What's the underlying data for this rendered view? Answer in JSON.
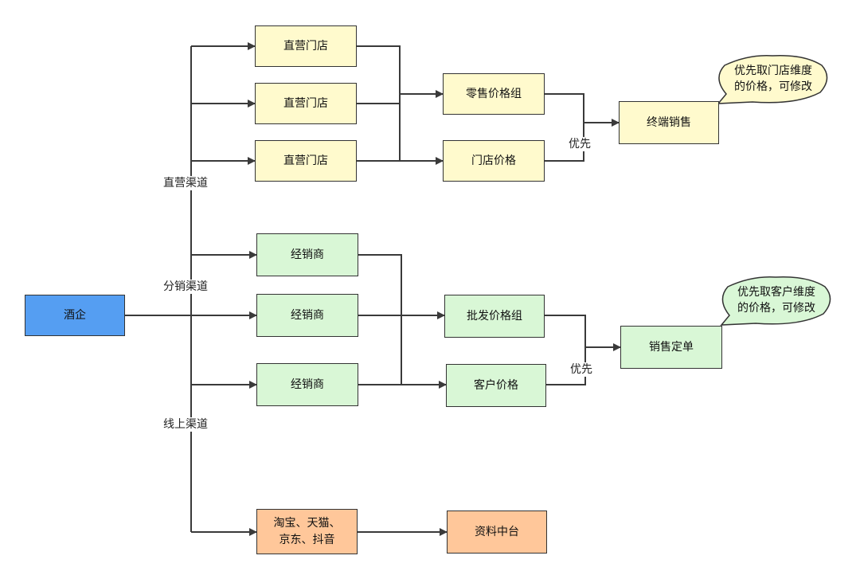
{
  "source": {
    "label": "酒企",
    "color": "#559EF2"
  },
  "channels": {
    "direct": "直营渠道",
    "distribution": "分销渠道",
    "online": "线上渠道"
  },
  "direct_stores": [
    "直营门店",
    "直营门店",
    "直营门店"
  ],
  "retail_price_group": "零售价格组",
  "store_price": "门店价格",
  "terminal_sales": "终端销售",
  "distributors": [
    "经销商",
    "经销商",
    "经销商"
  ],
  "wholesale_price_group": "批发价格组",
  "customer_price": "客户价格",
  "sales_order": "销售定单",
  "priority_label_1": "优先",
  "priority_label_2": "优先",
  "platforms": {
    "line1": "淘宝、天猫、",
    "line2": "京东、抖音"
  },
  "data_platform": "资料中台",
  "callout_store": {
    "line1": "优先取门店维度",
    "line2": "的价格，可修改"
  },
  "callout_customer": {
    "line1": "优先取客户维度",
    "line2": "的价格，可修改"
  },
  "colors": {
    "yellow": "#FFFACD",
    "green": "#D9F7D6",
    "orange": "#FFC79A",
    "blue": "#559EF2",
    "line": "#3A3A3A"
  }
}
